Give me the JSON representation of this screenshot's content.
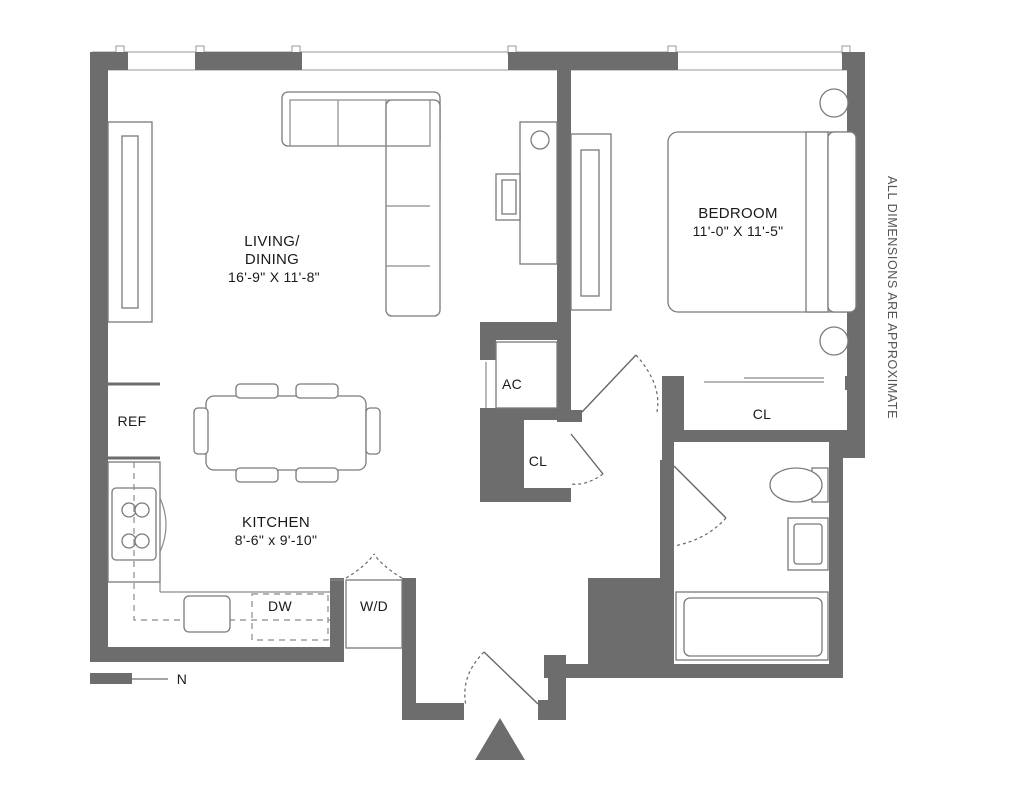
{
  "rooms": {
    "living": {
      "name_line1": "LIVING/",
      "name_line2": "DINING",
      "dims": "16'-9\" X 11'-8\""
    },
    "bedroom": {
      "name": "BEDROOM",
      "dims": "11'-0\" X 11'-5\""
    },
    "kitchen": {
      "name": "KITCHEN",
      "dims": "8'-6\" x 9'-10\""
    }
  },
  "labels": {
    "ac": "AC",
    "closet_hall": "CL",
    "closet_bedroom": "CL",
    "ref": "REF",
    "dw": "DW",
    "wd": "W/D",
    "north": "N"
  },
  "note": "ALL DIMENSIONS ARE APPROXIMATE",
  "colors": {
    "wall": "#6d6d6e",
    "line": "#8a8a8a",
    "background": "#ffffff"
  }
}
